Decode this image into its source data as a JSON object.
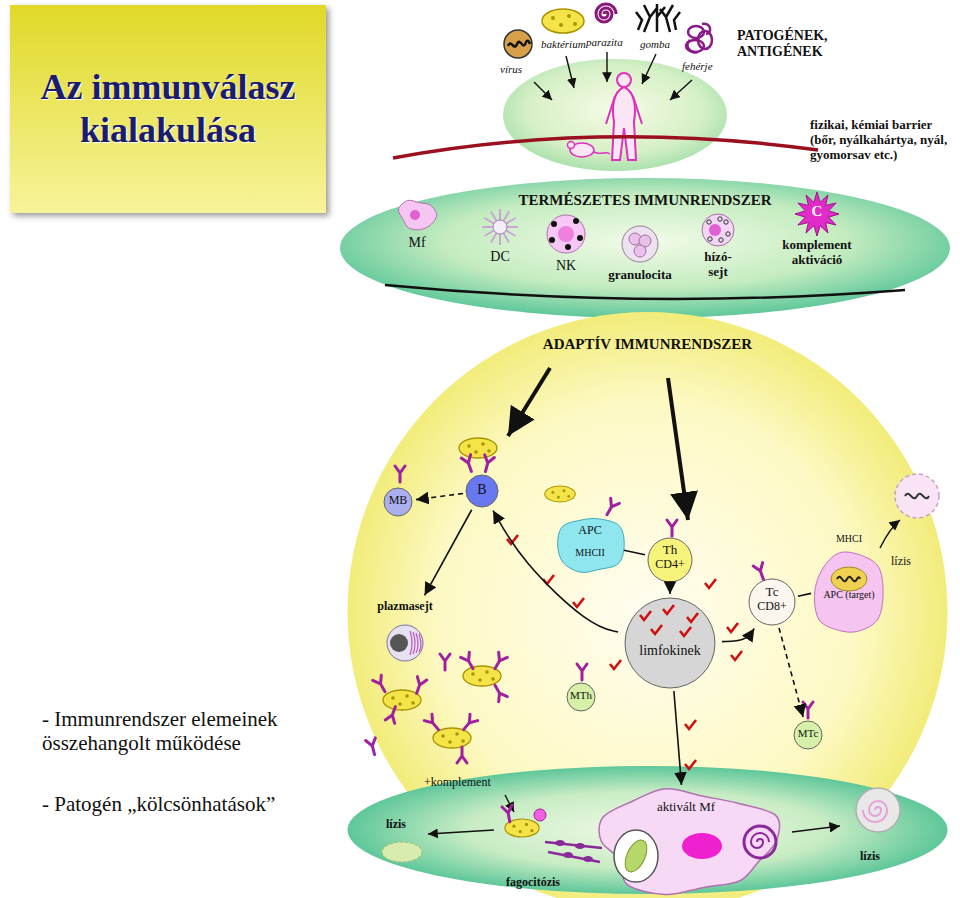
{
  "diagram": {
    "title": "Az immunválasz kialakulása",
    "nodes": [
      {
        "text": [
          "TERMÉSZETES IMMUNRENDSZER"
        ]
      },
      {
        "text": [
          "Mf"
        ],
        "in": 0
      },
      {
        "text": [
          "DC"
        ],
        "in": 0
      },
      {
        "text": [
          "NK"
        ],
        "in": 0
      },
      {
        "text": [
          "granulocita"
        ],
        "in": 0
      },
      {
        "text": [
          "hízó-sejt"
        ],
        "in": 0
      },
      {
        "text": [
          "C",
          "komplement aktiváció"
        ],
        "in": 0
      },
      {
        "text": [
          "ADAPTÍV IMMUNRENDSZER"
        ]
      },
      {
        "text": [
          "B"
        ],
        "in": 7
      },
      {
        "text": [
          "MB"
        ],
        "in": 7
      },
      {
        "text": [
          "plazmasejt"
        ],
        "in": 7
      },
      {
        "text": [
          "APC",
          "MHCII"
        ],
        "in": 7
      },
      {
        "text": [
          "Th",
          "CD4+"
        ],
        "in": 7
      },
      {
        "text": [
          "limfokinek"
        ],
        "in": 7
      },
      {
        "text": [
          "MTh"
        ],
        "in": 7
      },
      {
        "text": [
          "Tc",
          "CD8+"
        ],
        "in": 7
      },
      {
        "text": [
          "MHCI",
          "APC (target)"
        ],
        "in": 7
      },
      {
        "text": [
          "MTc"
        ],
        "in": 7
      },
      {
        "text": [
          "aktivált Mf"
        ]
      }
    ],
    "edges": [
      {
        "from": 8,
        "to": 9,
        "arrow": "to"
      },
      {
        "from": 8,
        "to": 10,
        "arrow": "to"
      },
      {
        "from": 13,
        "to": 8,
        "arrow": "to"
      },
      {
        "from": 12,
        "to": 13,
        "arrow": "to"
      },
      {
        "from": 11,
        "to": 12,
        "arrow": "none"
      },
      {
        "from": 13,
        "to": 15,
        "arrow": "to"
      },
      {
        "from": 15,
        "to": 17,
        "arrow": "to"
      },
      {
        "from": 15,
        "to": 16,
        "arrow": "none"
      },
      {
        "from": 13,
        "to": 18,
        "arrow": "to"
      }
    ],
    "labels": [
      "PATOGÉNEK, ANTIGÉNEK",
      "vírus",
      "baktérium",
      "parazita",
      "gomba",
      "fehérje",
      "fizikai, kémiai barrier (bőr, nyálkahártya, nyál, gyomorsav etc.)",
      "lízis",
      "+komplement",
      "lízis",
      "fagocitózis",
      "lízis",
      "- Immunrendszer elemeinek összehangolt működése",
      "- Patogén „kölcsönhatások”"
    ]
  }
}
